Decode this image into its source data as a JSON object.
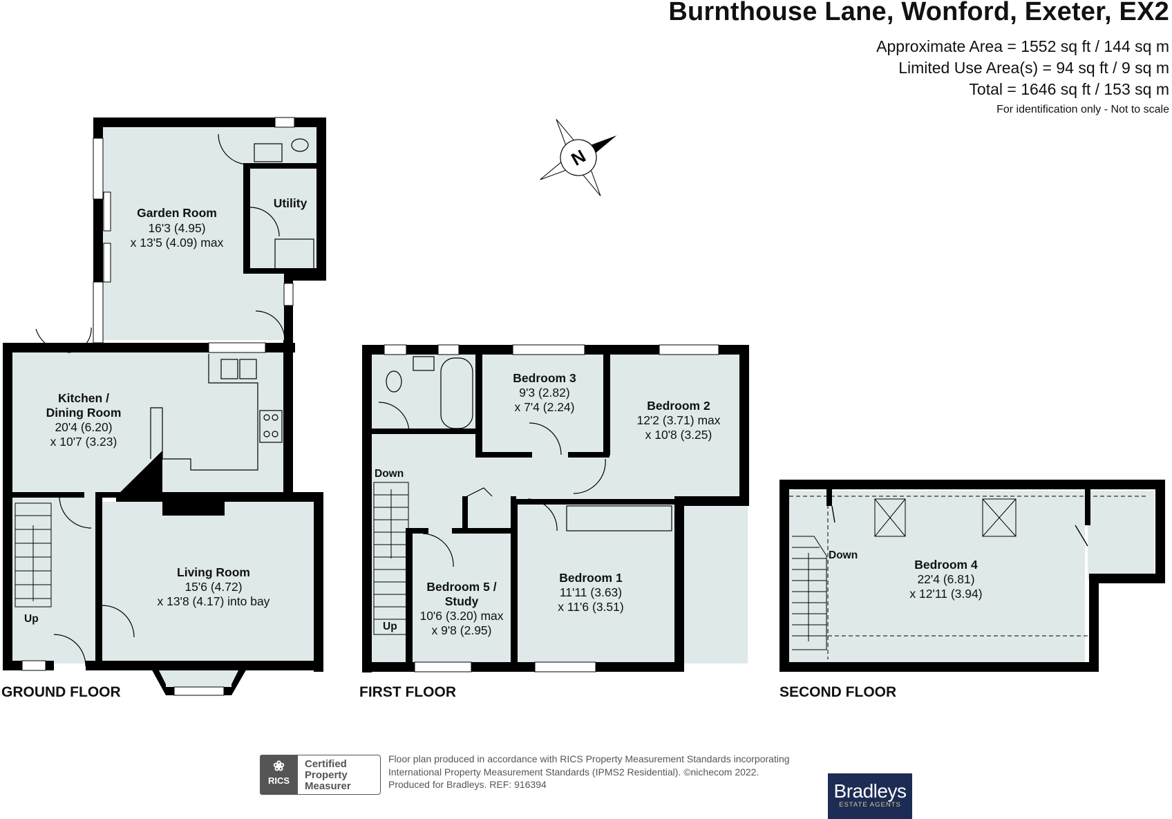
{
  "header": {
    "title": "Burnthouse Lane, Wonford, Exeter, EX2",
    "approx_area": "Approximate Area = 1552 sq ft / 144 sq m",
    "limited_area": "Limited Use Area(s) = 94 sq ft / 9 sq m",
    "total_area": "Total = 1646 sq ft / 153 sq m",
    "disclaimer": "For identification only - Not to scale"
  },
  "compass": {
    "label": "N",
    "icon": "north-compass-icon"
  },
  "floors": {
    "ground": "GROUND FLOOR",
    "first": "FIRST FLOOR",
    "second": "SECOND FLOOR"
  },
  "rooms": {
    "garden_room": {
      "name": "Garden Room",
      "dim1": "16'3 (4.95)",
      "dim2": "x 13'5 (4.09) max"
    },
    "utility": {
      "name": "Utility"
    },
    "kitchen": {
      "name1": "Kitchen /",
      "name2": "Dining Room",
      "dim1": "20'4 (6.20)",
      "dim2": "x 10'7 (3.23)"
    },
    "living_room": {
      "name": "Living Room",
      "dim1": "15'6 (4.72)",
      "dim2": "x 13'8 (4.17) into bay"
    },
    "bedroom3": {
      "name": "Bedroom 3",
      "dim1": "9'3 (2.82)",
      "dim2": "x 7'4 (2.24)"
    },
    "bedroom2": {
      "name": "Bedroom 2",
      "dim1": "12'2 (3.71) max",
      "dim2": "x 10'8 (3.25)"
    },
    "bedroom1": {
      "name": "Bedroom 1",
      "dim1": "11'11 (3.63)",
      "dim2": "x 11'6 (3.51)"
    },
    "bedroom5": {
      "name1": "Bedroom 5 /",
      "name2": "Study",
      "dim1": "10'6 (3.20) max",
      "dim2": "x 9'8 (2.95)"
    },
    "bedroom4": {
      "name": "Bedroom 4",
      "dim1": "22'4 (6.81)",
      "dim2": "x 12'11 (3.94)"
    }
  },
  "stairs": {
    "ground_up": "Up",
    "first_down": "Down",
    "first_up": "Up",
    "second_down": "Down"
  },
  "footer": {
    "line1": "Floor plan produced in accordance with RICS Property Measurement Standards incorporating",
    "line2": "International Property Measurement Standards (IPMS2 Residential).  ©nichecom 2022.",
    "line3": "Produced for Bradleys.   REF: 916394",
    "rics_label": "RICS",
    "rics_cert1": "Certified",
    "rics_cert2": "Property",
    "rics_cert3": "Measurer",
    "brand_name": "Bradleys",
    "brand_sub": "ESTATE AGENTS"
  },
  "colors": {
    "wall": "#000000",
    "room_fill": "#dfe9ea",
    "brand": "#1d2c55"
  }
}
